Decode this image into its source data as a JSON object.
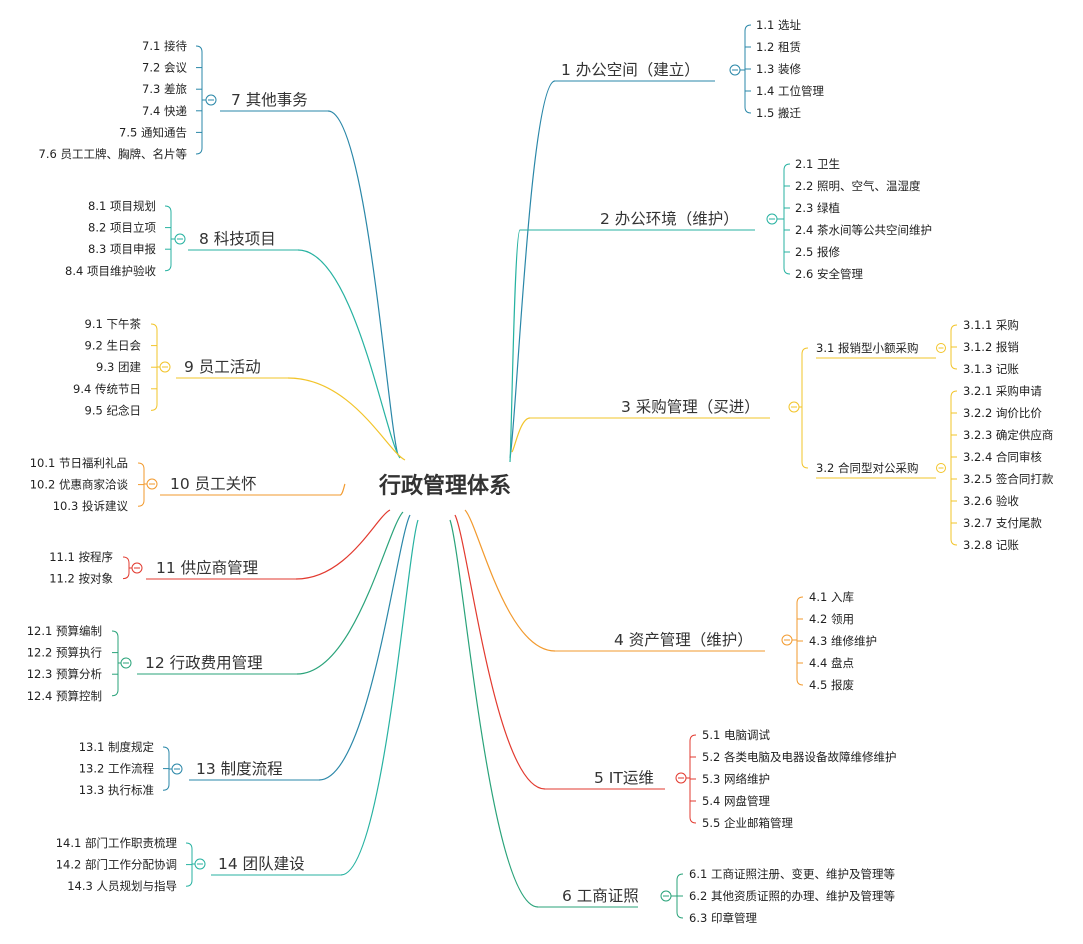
{
  "root": "行政管理体系",
  "colors": {
    "b1": "#2a87a8",
    "b2": "#27b2a1",
    "b3": "#f2c42a",
    "b4": "#f29a2e",
    "b5": "#e23a2f",
    "b6": "#2aa37a",
    "b7": "#2a87a8",
    "b8": "#27b2a1",
    "b9": "#f2c42a",
    "b10": "#f29a2e",
    "b11": "#e23a2f",
    "b12": "#2aa37a",
    "b13": "#2a87a8",
    "b14": "#27b2a1"
  },
  "branches": [
    {
      "id": "b1",
      "label": "1 办公空间（建立）",
      "children": [
        "1.1  选址",
        "1.2  租赁",
        "1.3  装修",
        "1.4  工位管理",
        "1.5  搬迁"
      ]
    },
    {
      "id": "b2",
      "label": "2 办公环境（维护）",
      "children": [
        "2.1  卫生",
        "2.2  照明、空气、温湿度",
        "2.3  绿植",
        "2.4  茶水间等公共空间维护",
        "2.5  报修",
        "2.6  安全管理"
      ]
    },
    {
      "id": "b3",
      "label": "3 采购管理（买进）",
      "groups": [
        {
          "label": "3.1  报销型小额采购",
          "children": [
            "3.1.1  采购",
            "3.1.2  报销",
            "3.1.3  记账"
          ]
        },
        {
          "label": "3.2  合同型对公采购",
          "children": [
            "3.2.1  采购申请",
            "3.2.2  询价比价",
            "3.2.3  确定供应商",
            "3.2.4  合同审核",
            "3.2.5  签合同打款",
            "3.2.6  验收",
            "3.2.7  支付尾款",
            "3.2.8  记账"
          ]
        }
      ]
    },
    {
      "id": "b4",
      "label": "4 资产管理（维护）",
      "children": [
        "4.1  入库",
        "4.2  领用",
        "4.3  维修维护",
        "4.4  盘点",
        "4.5  报废"
      ]
    },
    {
      "id": "b5",
      "label": "5 IT运维",
      "children": [
        "5.1  电脑调试",
        "5.2  各类电脑及电器设备故障维修维护",
        "5.3  网络维护",
        "5.4  网盘管理",
        "5.5  企业邮箱管理"
      ]
    },
    {
      "id": "b6",
      "label": "6 工商证照",
      "children": [
        "6.1  工商证照注册、变更、维护及管理等",
        "6.2  其他资质证照的办理、维护及管理等",
        "6.3  印章管理"
      ]
    },
    {
      "id": "b7",
      "label": "7 其他事务",
      "children": [
        "7.1  接待",
        "7.2  会议",
        "7.3  差旅",
        "7.4  快递",
        "7.5  通知通告",
        "7.6  员工工牌、胸牌、名片等"
      ]
    },
    {
      "id": "b8",
      "label": "8 科技项目",
      "children": [
        "8.1  项目规划",
        "8.2  项目立项",
        "8.3  项目申报",
        "8.4  项目维护验收"
      ]
    },
    {
      "id": "b9",
      "label": "9 员工活动",
      "children": [
        "9.1  下午茶",
        "9.2  生日会",
        "9.3  团建",
        "9.4  传统节日",
        "9.5  纪念日"
      ]
    },
    {
      "id": "b10",
      "label": "10 员工关怀",
      "children": [
        "10.1  节日福利礼品",
        "10.2  优惠商家洽谈",
        "10.3  投诉建议"
      ]
    },
    {
      "id": "b11",
      "label": "11 供应商管理",
      "children": [
        "11.1  按程序",
        "11.2  按对象"
      ]
    },
    {
      "id": "b12",
      "label": "12 行政费用管理",
      "children": [
        "12.1  预算编制",
        "12.2  预算执行",
        "12.3  预算分析",
        "12.4  预算控制"
      ]
    },
    {
      "id": "b13",
      "label": "13 制度流程",
      "children": [
        "13.1  制度规定",
        "13.2  工作流程",
        "13.3  执行标准"
      ]
    },
    {
      "id": "b14",
      "label": "14 团队建设",
      "children": [
        "14.1  部门工作职责梳理",
        "14.2  部门工作分配协调",
        "14.3  人员规划与指导"
      ]
    }
  ]
}
